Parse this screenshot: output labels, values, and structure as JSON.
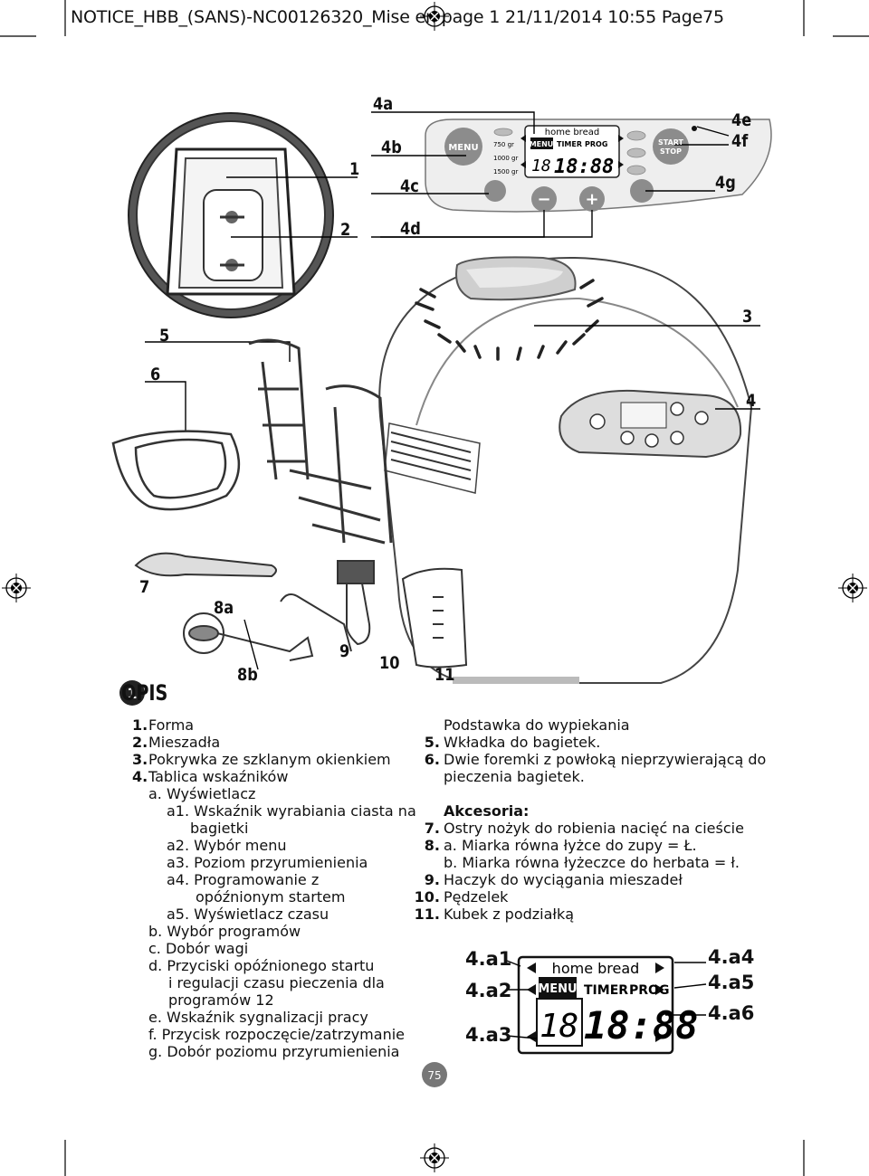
{
  "header": "NOTICE_HBB_(SANS)-NC00126320_Mise en page 1  21/11/2014  10:55  Page75",
  "figure_labels": {
    "l4a": "4a",
    "l4b": "4b",
    "l4c": "4c",
    "l4d": "4d",
    "l4e": "4e",
    "l4f": "4f",
    "l4g": "4g",
    "l1": "1",
    "l2": "2",
    "l3": "3",
    "l4": "4",
    "l5": "5",
    "l6": "6",
    "l7": "7",
    "l8a": "8a",
    "l8b": "8b",
    "l9": "9",
    "l10": "10",
    "l11": "11"
  },
  "panel": {
    "menu": "MENU",
    "w1": "750 gr",
    "w2": "1000 gr",
    "w3": "1500 gr",
    "brand": "home bread",
    "menu_tag": "MENU",
    "timer": "TIMER",
    "prog": "PROG",
    "digits_small": "18",
    "digits_big": "18:88",
    "start": "START",
    "stop": "STOP"
  },
  "section": {
    "badge": "1",
    "title": "OPIS"
  },
  "left_list": [
    {
      "n": "1.",
      "t": "Forma"
    },
    {
      "n": "2.",
      "t": "Mieszadła"
    },
    {
      "n": "3.",
      "t": "Pokrywka ze szklanym okienkiem"
    },
    {
      "n": "4.",
      "t": "Tablica wskaźników"
    },
    {
      "n": "",
      "t": "a. Wyświetlacz"
    },
    {
      "n": "",
      "t": "a1. Wskaźnik wyrabiania ciasta na"
    },
    {
      "n": "",
      "t": "bagietki"
    },
    {
      "n": "",
      "t": "a2. Wybór menu"
    },
    {
      "n": "",
      "t": "a3. Poziom przyrumienienia"
    },
    {
      "n": "",
      "t": "a4. Programowanie z"
    },
    {
      "n": "",
      "t": "opóźnionym startem"
    },
    {
      "n": "",
      "t": "a5. Wyświetlacz czasu"
    },
    {
      "n": "",
      "t": "b. Wybór programów"
    },
    {
      "n": "",
      "t": "c. Dobór wagi"
    },
    {
      "n": "",
      "t": "d. Przyciski opóźnionego startu"
    },
    {
      "n": "",
      "t": "i regulacji czasu pieczenia dla"
    },
    {
      "n": "",
      "t": "programów 12"
    },
    {
      "n": "",
      "t": "e. Wskaźnik sygnalizacji pracy"
    },
    {
      "n": "",
      "t": "f. Przycisk rozpoczęcie/zatrzymanie"
    },
    {
      "n": "",
      "t": "g. Dobór poziomu przyrumienienia"
    }
  ],
  "right_list": [
    {
      "n": "",
      "t": "Podstawka do wypiekania"
    },
    {
      "n": "5.",
      "t": "Wkładka do bagietek."
    },
    {
      "n": "6.",
      "t": "Dwie foremki z powłoką nieprzywierającą do"
    },
    {
      "n": "",
      "t": "pieczenia bagietek."
    },
    {
      "n": "",
      "t": ""
    },
    {
      "n": "",
      "t": "Akcesoria:"
    },
    {
      "n": "7.",
      "t": "Ostry nożyk do robienia nacięć na cieście"
    },
    {
      "n": "8.",
      "t": "a. Miarka równa łyżce do zupy = Ł."
    },
    {
      "n": "",
      "t": "b. Miarka równa łyżeczce do herbata = ł."
    },
    {
      "n": "9.",
      "t": "Haczyk do wyciągania mieszadeł"
    },
    {
      "n": "10.",
      "t": "Pędzelek"
    },
    {
      "n": "11.",
      "t": "Kubek z podziałką"
    }
  ],
  "display_callouts": {
    "a1": "4.a1",
    "a2": "4.a2",
    "a3": "4.a3",
    "a4": "4.a4",
    "a5": "4.a5",
    "a6": "4.a6"
  },
  "display": {
    "brand": "home bread",
    "menu": "MENU",
    "timer": "TIMER",
    "prog": "PROG",
    "small": "18",
    "big": "18:88"
  },
  "page_number": "75"
}
